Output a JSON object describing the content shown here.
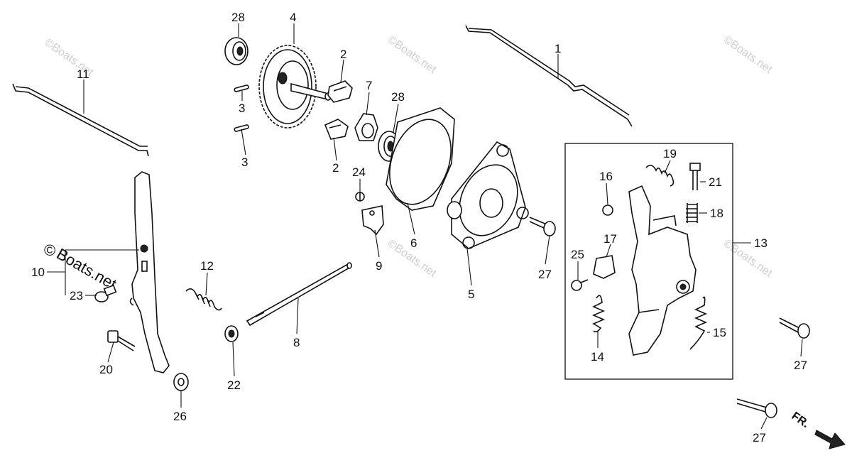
{
  "watermarks": {
    "small": "©Boats.net",
    "main_copy": "©",
    "main_text": "Boats.net"
  },
  "direction": {
    "label": "FR."
  },
  "callouts": {
    "c1": "1",
    "c2a": "2",
    "c2b": "2",
    "c3a": "3",
    "c3b": "3",
    "c4": "4",
    "c5": "5",
    "c6": "6",
    "c7": "7",
    "c8": "8",
    "c9": "9",
    "c10": "10",
    "c11": "11",
    "c12": "12",
    "c13": "13",
    "c14": "14",
    "c15": "15",
    "c16": "16",
    "c17": "17",
    "c18": "18",
    "c19": "19",
    "c20": "20",
    "c21": "21",
    "c22": "22",
    "c23": "23",
    "c24": "24",
    "c25": "25",
    "c26": "26",
    "c27a": "27",
    "c27b": "27",
    "c27c": "27",
    "c28a": "28",
    "c28b": "28"
  },
  "colors": {
    "ink": "#111111",
    "watermark": "#cfcfcf",
    "background": "#ffffff"
  }
}
